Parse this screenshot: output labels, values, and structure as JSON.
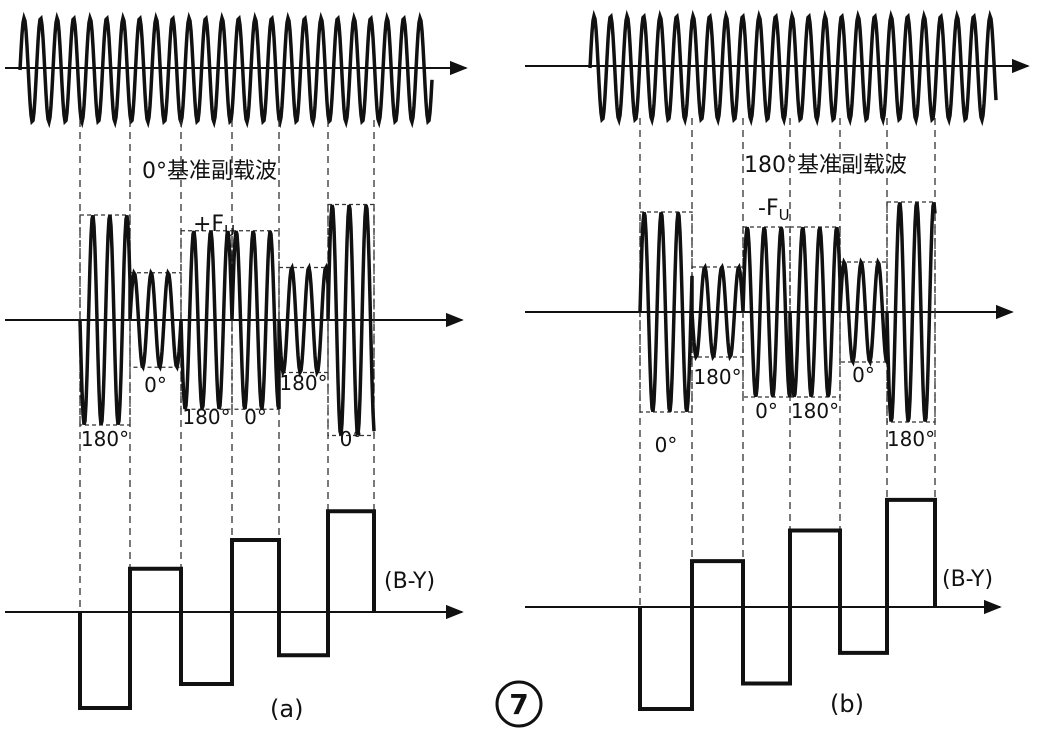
{
  "figure_number": "7",
  "panels": [
    {
      "id": "a",
      "label": "(a)",
      "reference_label": "0°基准副载波",
      "signal_label": "+F",
      "signal_label_sub": "U",
      "output_label": "(B-Y)",
      "segments": [
        {
          "phase": "180°",
          "amplitude": 1.0,
          "level": -1.0
        },
        {
          "phase": "0°",
          "amplitude": 0.45,
          "level": 0.45
        },
        {
          "phase": "180°",
          "amplitude": 0.85,
          "level": -0.75
        },
        {
          "phase": "0°",
          "amplitude": 0.85,
          "level": 0.75
        },
        {
          "phase": "180°",
          "amplitude": 0.5,
          "level": -0.45
        },
        {
          "phase": "0°",
          "amplitude": 1.1,
          "level": 1.05
        }
      ]
    },
    {
      "id": "b",
      "label": "(b)",
      "reference_label": "180°基准副载波",
      "signal_label": "-F",
      "signal_label_sub": "U",
      "output_label": "(B-Y)",
      "segments": [
        {
          "phase": "0°",
          "amplitude": 1.0,
          "level": -1.0
        },
        {
          "phase": "180°",
          "amplitude": 0.45,
          "level": 0.45
        },
        {
          "phase": "0°",
          "amplitude": 0.85,
          "level": -0.75
        },
        {
          "phase": "180°",
          "amplitude": 0.85,
          "level": 0.75
        },
        {
          "phase": "0°",
          "amplitude": 0.5,
          "level": -0.45
        },
        {
          "phase": "180°",
          "amplitude": 1.1,
          "level": 1.05
        }
      ]
    }
  ]
}
